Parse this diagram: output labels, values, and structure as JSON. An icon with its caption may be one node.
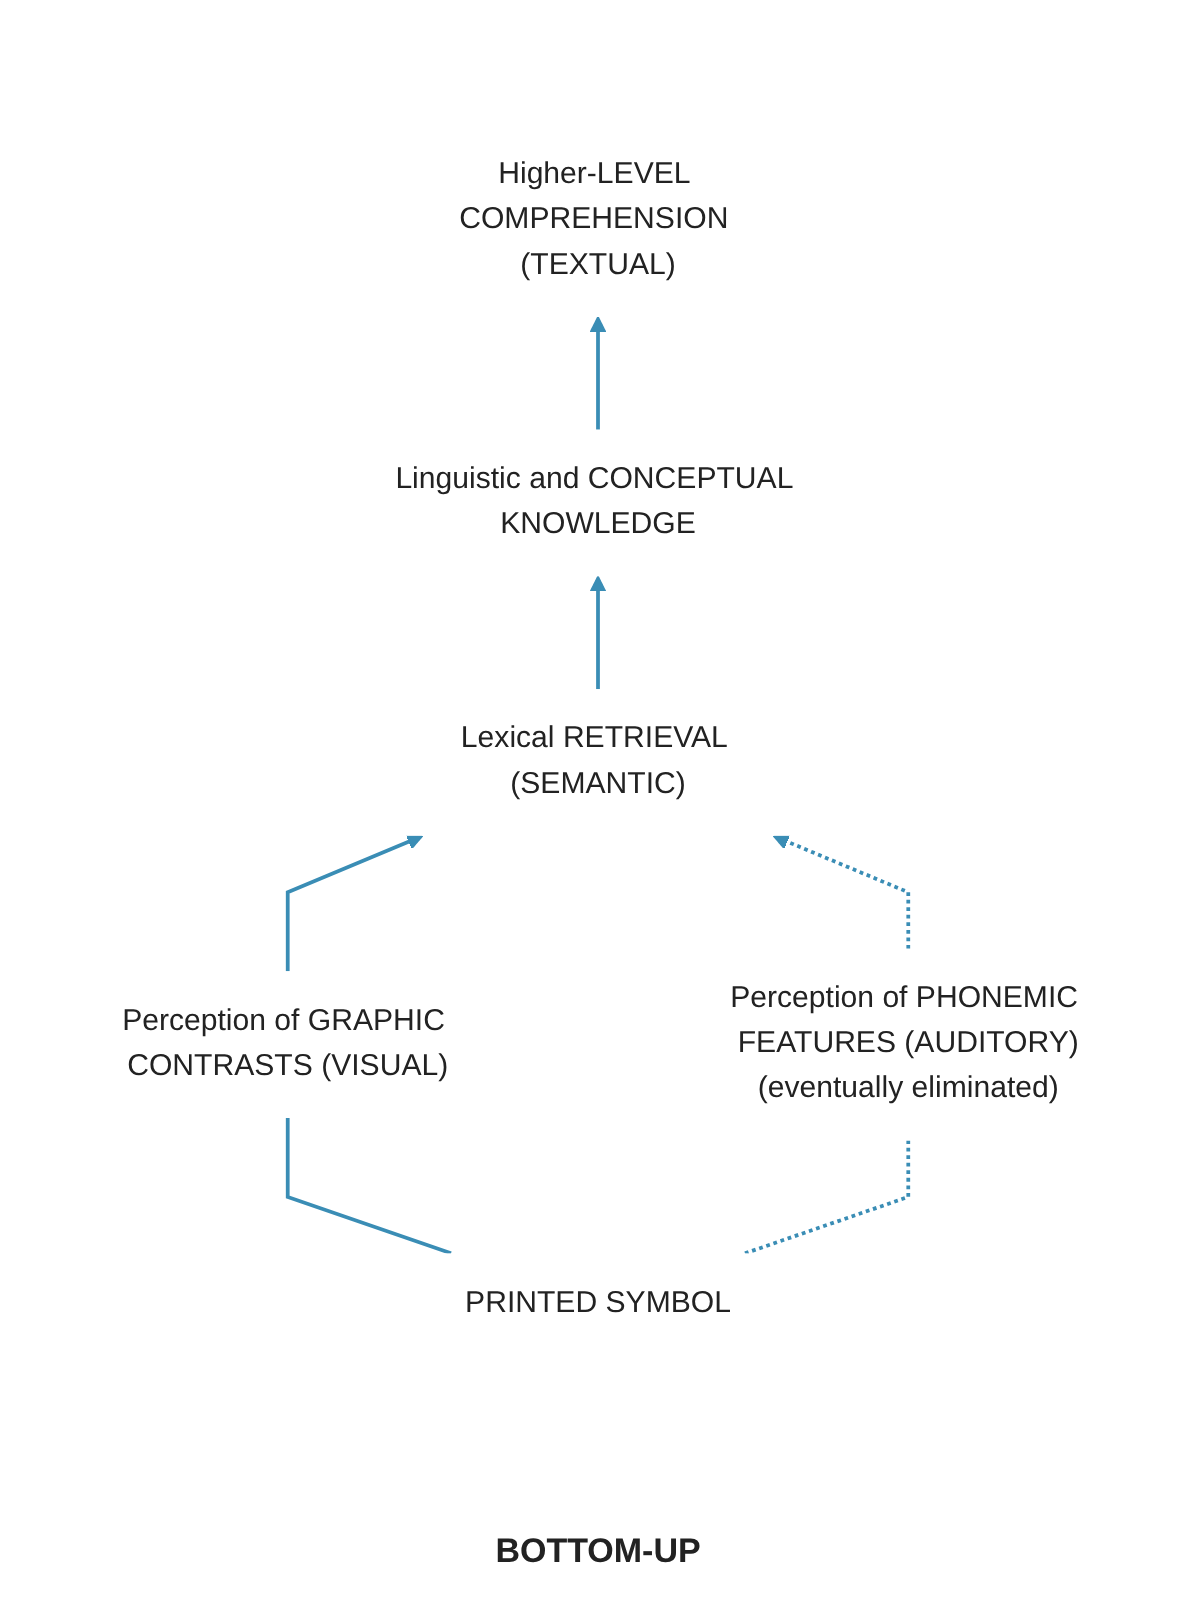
{
  "diagram": {
    "caption": "BOTTOM-UP",
    "nodes": [
      {
        "text": [
          "Higher-LEVEL COMPREHENSION (TEXTUAL)"
        ]
      },
      {
        "text": [
          "Linguistic and CONCEPTUAL KNOWLEDGE"
        ]
      },
      {
        "text": [
          "Lexical RETRIEVAL (SEMANTIC)"
        ]
      },
      {
        "text": [
          "Perception of GRAPHIC CONTRASTS (VISUAL)"
        ]
      },
      {
        "text": [
          "Perception of PHONEMIC FEATURES (AUDITORY)",
          "(eventually eliminated)"
        ]
      },
      {
        "text": [
          "PRINTED SYMBOL"
        ]
      }
    ],
    "edges": [
      {
        "from": 1,
        "to": 0,
        "arrow": "to"
      },
      {
        "from": 2,
        "to": 1,
        "arrow": "to"
      },
      {
        "from": 3,
        "to": 2,
        "arrow": "to"
      },
      {
        "from": 4,
        "to": 2,
        "arrow": "to",
        "style": "dashed"
      },
      {
        "from": 5,
        "to": 3,
        "arrow": "none"
      },
      {
        "from": 5,
        "to": 4,
        "arrow": "none",
        "style": "dashed"
      }
    ]
  }
}
